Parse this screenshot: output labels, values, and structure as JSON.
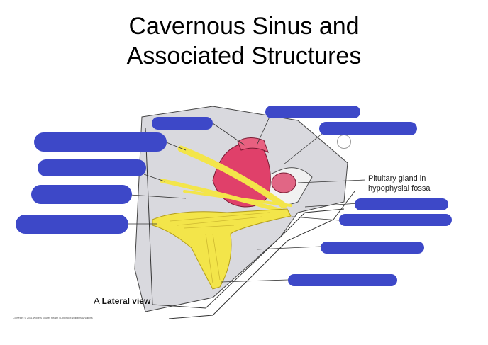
{
  "title": {
    "line1": "Cavernous Sinus and",
    "line2": "Associated Structures"
  },
  "labels": {
    "pituitary_line1": "Pituitary gland in",
    "pituitary_line2": "hypophysial fossa",
    "view_letter": "A",
    "view_text": "Lateral view"
  },
  "copyright": "Copyright © 2011 Wolters Kluwer Health | Lippincott Williams & Wilkins",
  "redaction_masks": 11,
  "colors": {
    "mask": "#3d48c8",
    "nerve": "#f3e54a",
    "artery": "#e0406a",
    "sinus_gray": "#d9d9de"
  }
}
